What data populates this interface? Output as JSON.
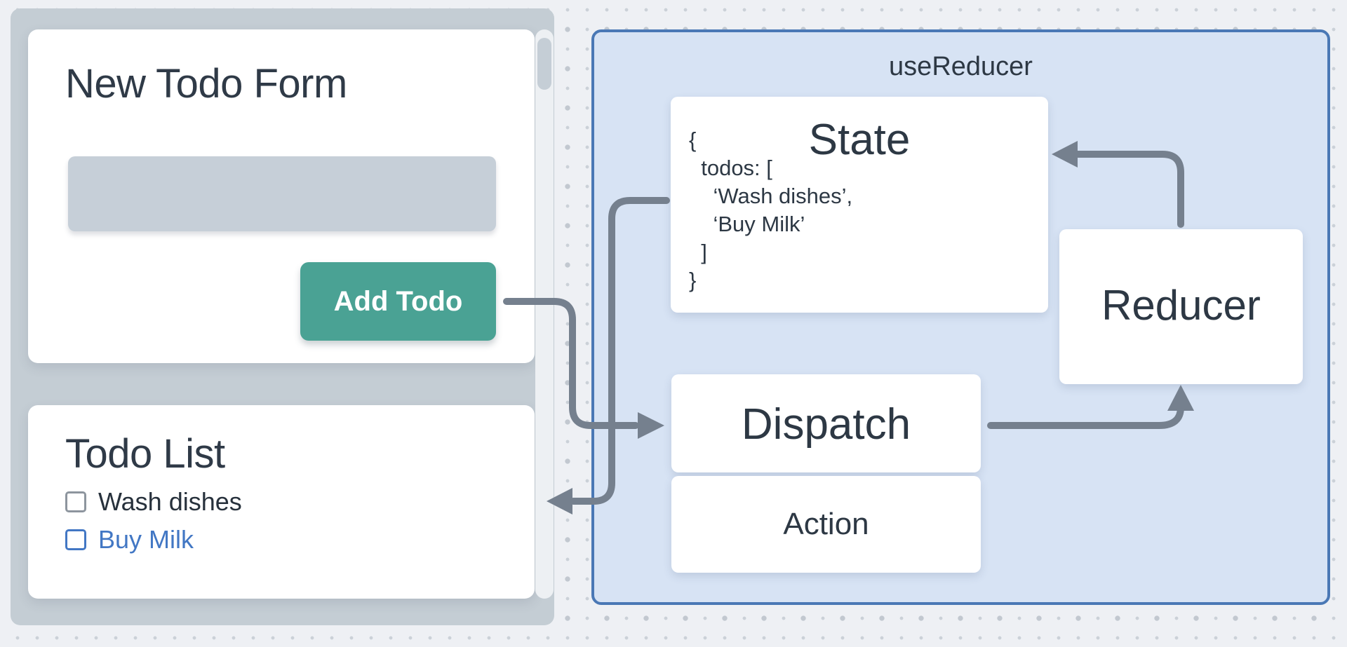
{
  "app": {
    "form_card": {
      "title": "New Todo Form",
      "input": {
        "value": "",
        "placeholder": ""
      },
      "button_label": "Add Todo"
    },
    "list_card": {
      "title": "Todo List",
      "items": [
        {
          "label": "Wash dishes",
          "checked": false,
          "style": "default"
        },
        {
          "label": "Buy Milk",
          "checked": false,
          "style": "link-blue"
        }
      ]
    }
  },
  "reducer_panel": {
    "title": "useReducer",
    "state_box": {
      "title": "State",
      "code_lines": [
        "{",
        "  todos: [",
        "    ‘Wash dishes’,",
        "    ‘Buy Milk’",
        "  ]",
        "}"
      ]
    },
    "dispatch_box": {
      "label": "Dispatch"
    },
    "action_box": {
      "label": "Action"
    },
    "reducer_box": {
      "label": "Reducer"
    }
  },
  "arrows": [
    {
      "name": "add-todo-to-dispatch",
      "from": "Add Todo button",
      "to": "Dispatch"
    },
    {
      "name": "state-to-todo-list",
      "from": "State",
      "to": "Todo List"
    },
    {
      "name": "dispatch-to-reducer",
      "from": "Dispatch",
      "to": "Reducer"
    },
    {
      "name": "reducer-to-state",
      "from": "Reducer",
      "to": "State"
    }
  ],
  "colors": {
    "page_bg": "#eef0f4",
    "dot_grid": "#c7cdd4",
    "app_container_gray": "#c4cdd4",
    "input_gray": "#c6cfd8",
    "button_teal": "#4aa294",
    "panel_fill": "#d7e3f4",
    "panel_border": "#4a78b5",
    "arrow_gray": "#75808e",
    "heading_text": "#2f3a47",
    "todo_link_blue": "#4277c4"
  }
}
